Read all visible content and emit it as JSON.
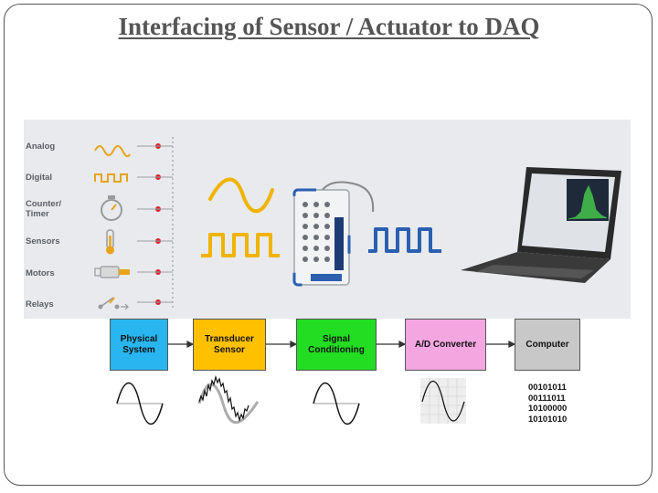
{
  "title": "Interfacing of Sensor / Actuator to DAQ",
  "signal_types": [
    {
      "label": "Analog",
      "icon": "sine-wave-icon"
    },
    {
      "label": "Digital",
      "icon": "square-wave-icon"
    },
    {
      "label": "Counter/ Timer",
      "icon": "stopwatch-icon"
    },
    {
      "label": "Sensors",
      "icon": "thermometer-icon"
    },
    {
      "label": "Motors",
      "icon": "motor-icon"
    },
    {
      "label": "Relays",
      "icon": "relay-switch-icon"
    }
  ],
  "blocks": [
    {
      "label": "Physical System",
      "color": "#29b6f0"
    },
    {
      "label": "Transducer Sensor",
      "color": "#ffc000"
    },
    {
      "label": "Signal Conditioning",
      "color": "#22dd22"
    },
    {
      "label": "A/D Converter",
      "color": "#f4a6e0"
    },
    {
      "label": "Computer",
      "color": "#c8c8c8"
    }
  ],
  "binary_output": [
    "00101011",
    "00111011",
    "10100000",
    "10101010"
  ],
  "colors": {
    "accent_yellow": "#f0b400",
    "signal_blue": "#2b5fb0",
    "dot_red": "#d9232e",
    "banner_bg": "#e8eaed"
  }
}
